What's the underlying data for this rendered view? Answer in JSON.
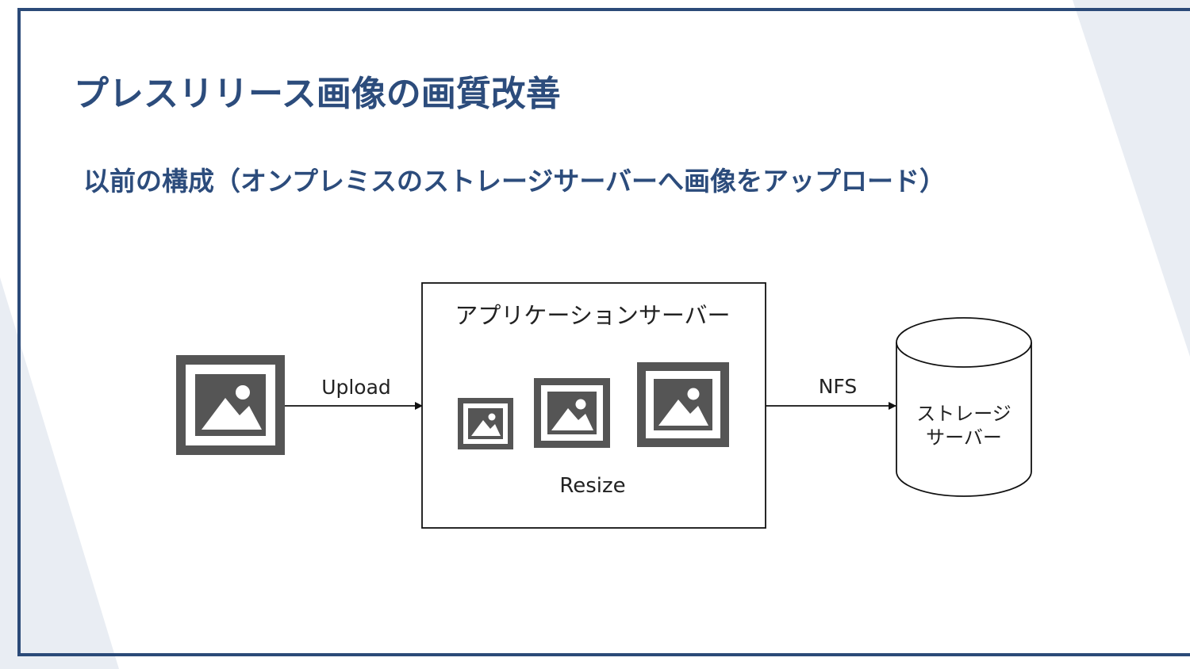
{
  "slide": {
    "title": "プレスリリース画像の画質改善",
    "subtitle": "以前の構成（オンプレミスのストレージサーバーへ画像をアップロード）"
  },
  "diagram": {
    "upload_label": "Upload",
    "app_server_label": "アプリケーションサーバー",
    "resize_label": "Resize",
    "nfs_label": "NFS",
    "storage_label_line1": "ストレージ",
    "storage_label_line2": "サーバー"
  },
  "colors": {
    "accent": "#2c4c7c",
    "frame": "#2b4a78",
    "background_shape": "#e9edf3",
    "icon": "#555555"
  }
}
